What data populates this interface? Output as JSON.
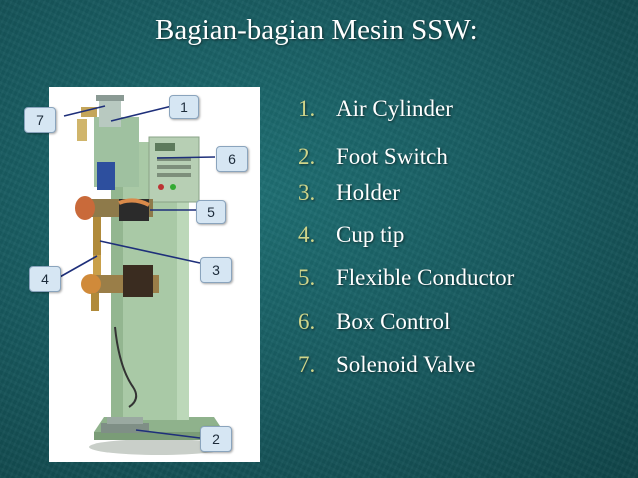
{
  "slide": {
    "title": "Bagian-bagian Mesin SSW:",
    "items": [
      {
        "num": "1.",
        "label": "Air Cylinder"
      },
      {
        "num": "2.",
        "label": "Foot Switch"
      },
      {
        "num": "3.",
        "label": "Holder"
      },
      {
        "num": "4.",
        "label": "Cup tip"
      },
      {
        "num": "5.",
        "label": "Flexible Conductor"
      },
      {
        "num": "6.",
        "label": "Box Control"
      },
      {
        "num": "7.",
        "label": "Solenoid Valve"
      }
    ],
    "callouts": [
      "1",
      "2",
      "3",
      "4",
      "5",
      "6",
      "7"
    ]
  },
  "colors": {
    "background": "#17585d",
    "bullet_number": "#cfd58a",
    "text": "#ffffff",
    "callout_fill": "#d6e6f3",
    "machine": "#a9c9a6"
  }
}
